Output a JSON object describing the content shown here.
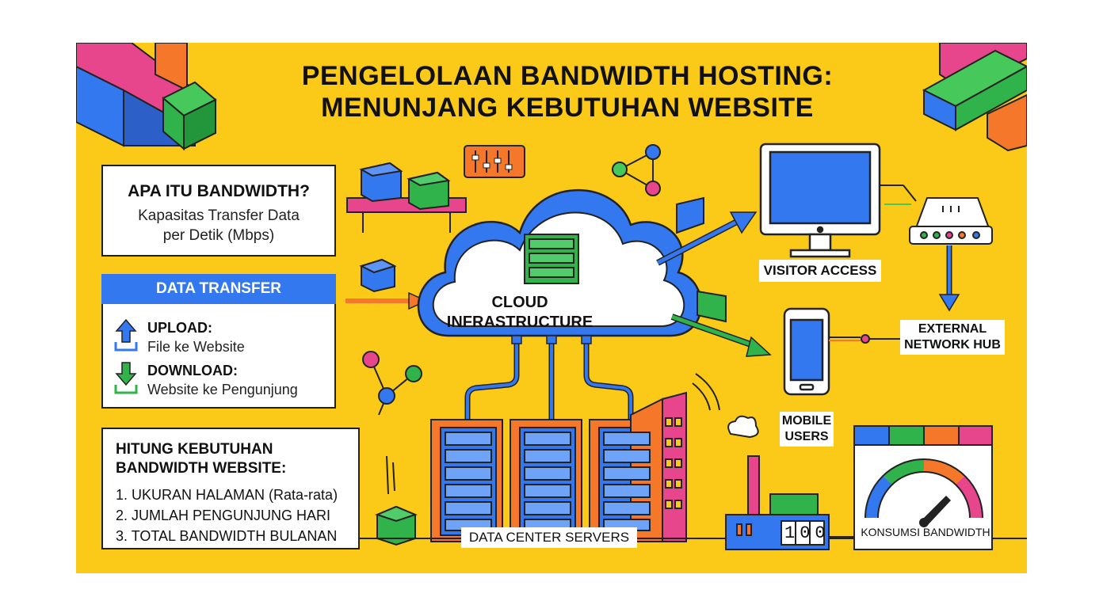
{
  "title": {
    "line1": "PENGELOLAAN BANDWIDTH HOSTING:",
    "line2": "MENUNJANG KEBUTUHAN WEBSITE"
  },
  "bandwidth_box": {
    "heading": "APA ITU BANDWIDTH?",
    "line1": "Kapasitas Transfer Data",
    "line2": "per Detik (Mbps)"
  },
  "transfer_box": {
    "header": "DATA TRANSFER",
    "upload_label": "UPLOAD:",
    "upload_desc": "File ke Website",
    "download_label": "DOWNLOAD:",
    "download_desc": "Website ke Pengunjung"
  },
  "calc_box": {
    "heading_line1": "HITUNG KEBUTUHAN",
    "heading_line2": "BANDWIDTH WEBSITE:",
    "items": [
      "1. UKURAN HALAMAN (Rata-rata)",
      "2. JUMLAH PENGUNJUNG HARI",
      "3. TOTAL BANDWIDTH BULANAN"
    ]
  },
  "cloud": {
    "line1": "CLOUD",
    "line2": "INFRASTRUCTURE"
  },
  "labels": {
    "visitor_access": "VISITOR ACCESS",
    "external_hub_line1": "EXTERNAL",
    "external_hub_line2": "NETWORK HUB",
    "mobile_line1": "MOBILE",
    "mobile_line2": "USERS",
    "data_center": "DATA CENTER SERVERS",
    "gauge": "KONSUMSI BANDWIDTH",
    "counter": "100"
  },
  "colors": {
    "background": "#FBC918",
    "blue": "#3478F0",
    "green": "#2FB34A",
    "orange": "#F5782A",
    "pink": "#E8468C"
  },
  "icons": [
    "upload-arrow-icon",
    "download-arrow-icon",
    "server-rack-icon",
    "cloud-icon",
    "monitor-icon",
    "router-icon",
    "smartphone-icon",
    "factory-icon",
    "gauge-icon",
    "slider-icon",
    "network-nodes-icon",
    "cube-icon"
  ]
}
